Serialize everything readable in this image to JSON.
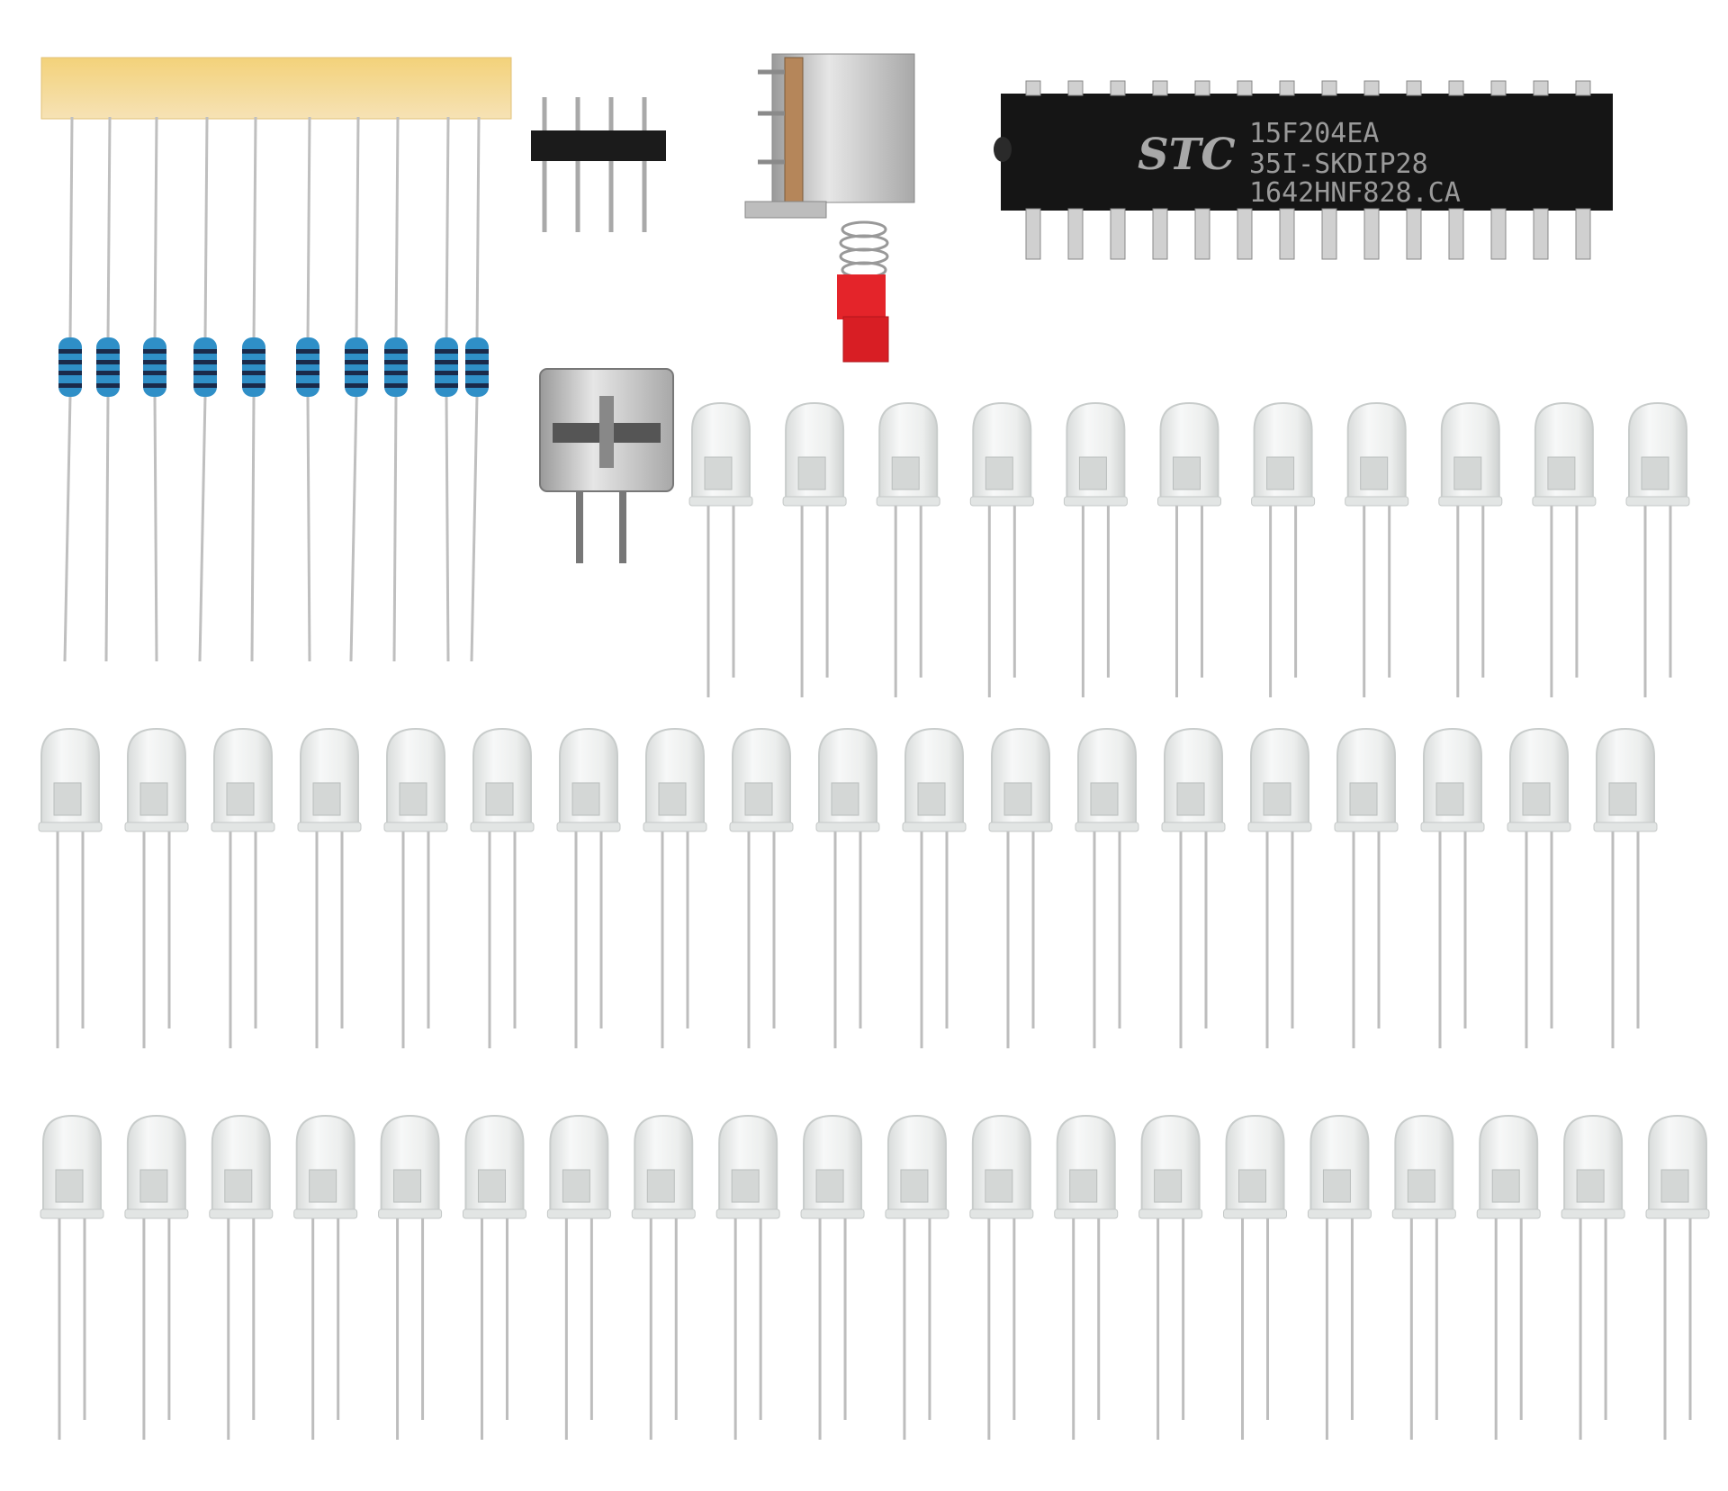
{
  "scene": {
    "description_items": [
      "resistor-strip",
      "pin-header",
      "push-switch",
      "usb-connector",
      "dip-chip",
      "led-array"
    ]
  },
  "chip": {
    "logo": "STC",
    "line1": "15F204EA",
    "line2": "35I-SKDIP28",
    "line3": "1642HNF828.CA"
  },
  "resistors": {
    "count": 10
  },
  "pin_header": {
    "pins": 4
  },
  "leds": {
    "rows": [
      11,
      19,
      20
    ]
  },
  "colors": {
    "tape": "#efd08f",
    "resistor_body": "#2f8fc7",
    "chip_body": "#151515",
    "switch_cap": "#e4242a",
    "metal": "#c8c8c8",
    "led_lens": "#eef0ef"
  }
}
